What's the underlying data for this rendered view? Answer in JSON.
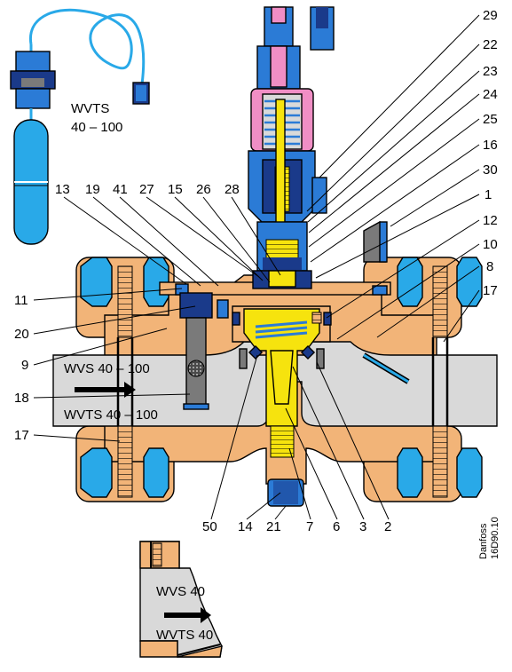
{
  "diagram": {
    "colors": {
      "body": "#f2b478",
      "flow": "#d9d9d9",
      "blue": "#2b7bd6",
      "light_blue": "#29a9e8",
      "dark_blue": "#1a3a8a",
      "yellow": "#f6e30e",
      "pink": "#f08ec5",
      "grey": "#7a7a7a"
    },
    "sensor_label": {
      "line1": "WVTS",
      "line2": "40 – 100"
    },
    "flow_label_top": "WVS 40 – 100",
    "flow_label_bottom": "WVTS 40 – 100",
    "inset": {
      "label_top": "WVS 40",
      "label_bottom": "WVTS 40"
    },
    "maker": {
      "brand": "Danfoss",
      "code": "16D90.10"
    },
    "left_callouts": [
      {
        "id": "13",
        "text": "13"
      },
      {
        "id": "19",
        "text": "19"
      },
      {
        "id": "41",
        "text": "41"
      },
      {
        "id": "27",
        "text": "27"
      },
      {
        "id": "15",
        "text": "15"
      },
      {
        "id": "26",
        "text": "26"
      },
      {
        "id": "28",
        "text": "28"
      },
      {
        "id": "11",
        "text": "11"
      },
      {
        "id": "20",
        "text": "20"
      },
      {
        "id": "9",
        "text": "9"
      },
      {
        "id": "18",
        "text": "18"
      },
      {
        "id": "17a",
        "text": "17"
      }
    ],
    "right_callouts": [
      {
        "id": "29",
        "text": "29"
      },
      {
        "id": "22",
        "text": "22"
      },
      {
        "id": "23",
        "text": "23"
      },
      {
        "id": "24",
        "text": "24"
      },
      {
        "id": "25",
        "text": "25"
      },
      {
        "id": "16",
        "text": "16"
      },
      {
        "id": "30",
        "text": "30"
      },
      {
        "id": "1",
        "text": "1"
      },
      {
        "id": "12",
        "text": "12"
      },
      {
        "id": "10",
        "text": "10"
      },
      {
        "id": "8",
        "text": "8"
      },
      {
        "id": "17b",
        "text": "17"
      }
    ],
    "bottom_callouts": [
      {
        "id": "50",
        "text": "50"
      },
      {
        "id": "14",
        "text": "14"
      },
      {
        "id": "21",
        "text": "21"
      },
      {
        "id": "7",
        "text": "7"
      },
      {
        "id": "6",
        "text": "6"
      },
      {
        "id": "3",
        "text": "3"
      },
      {
        "id": "2",
        "text": "2"
      }
    ]
  }
}
